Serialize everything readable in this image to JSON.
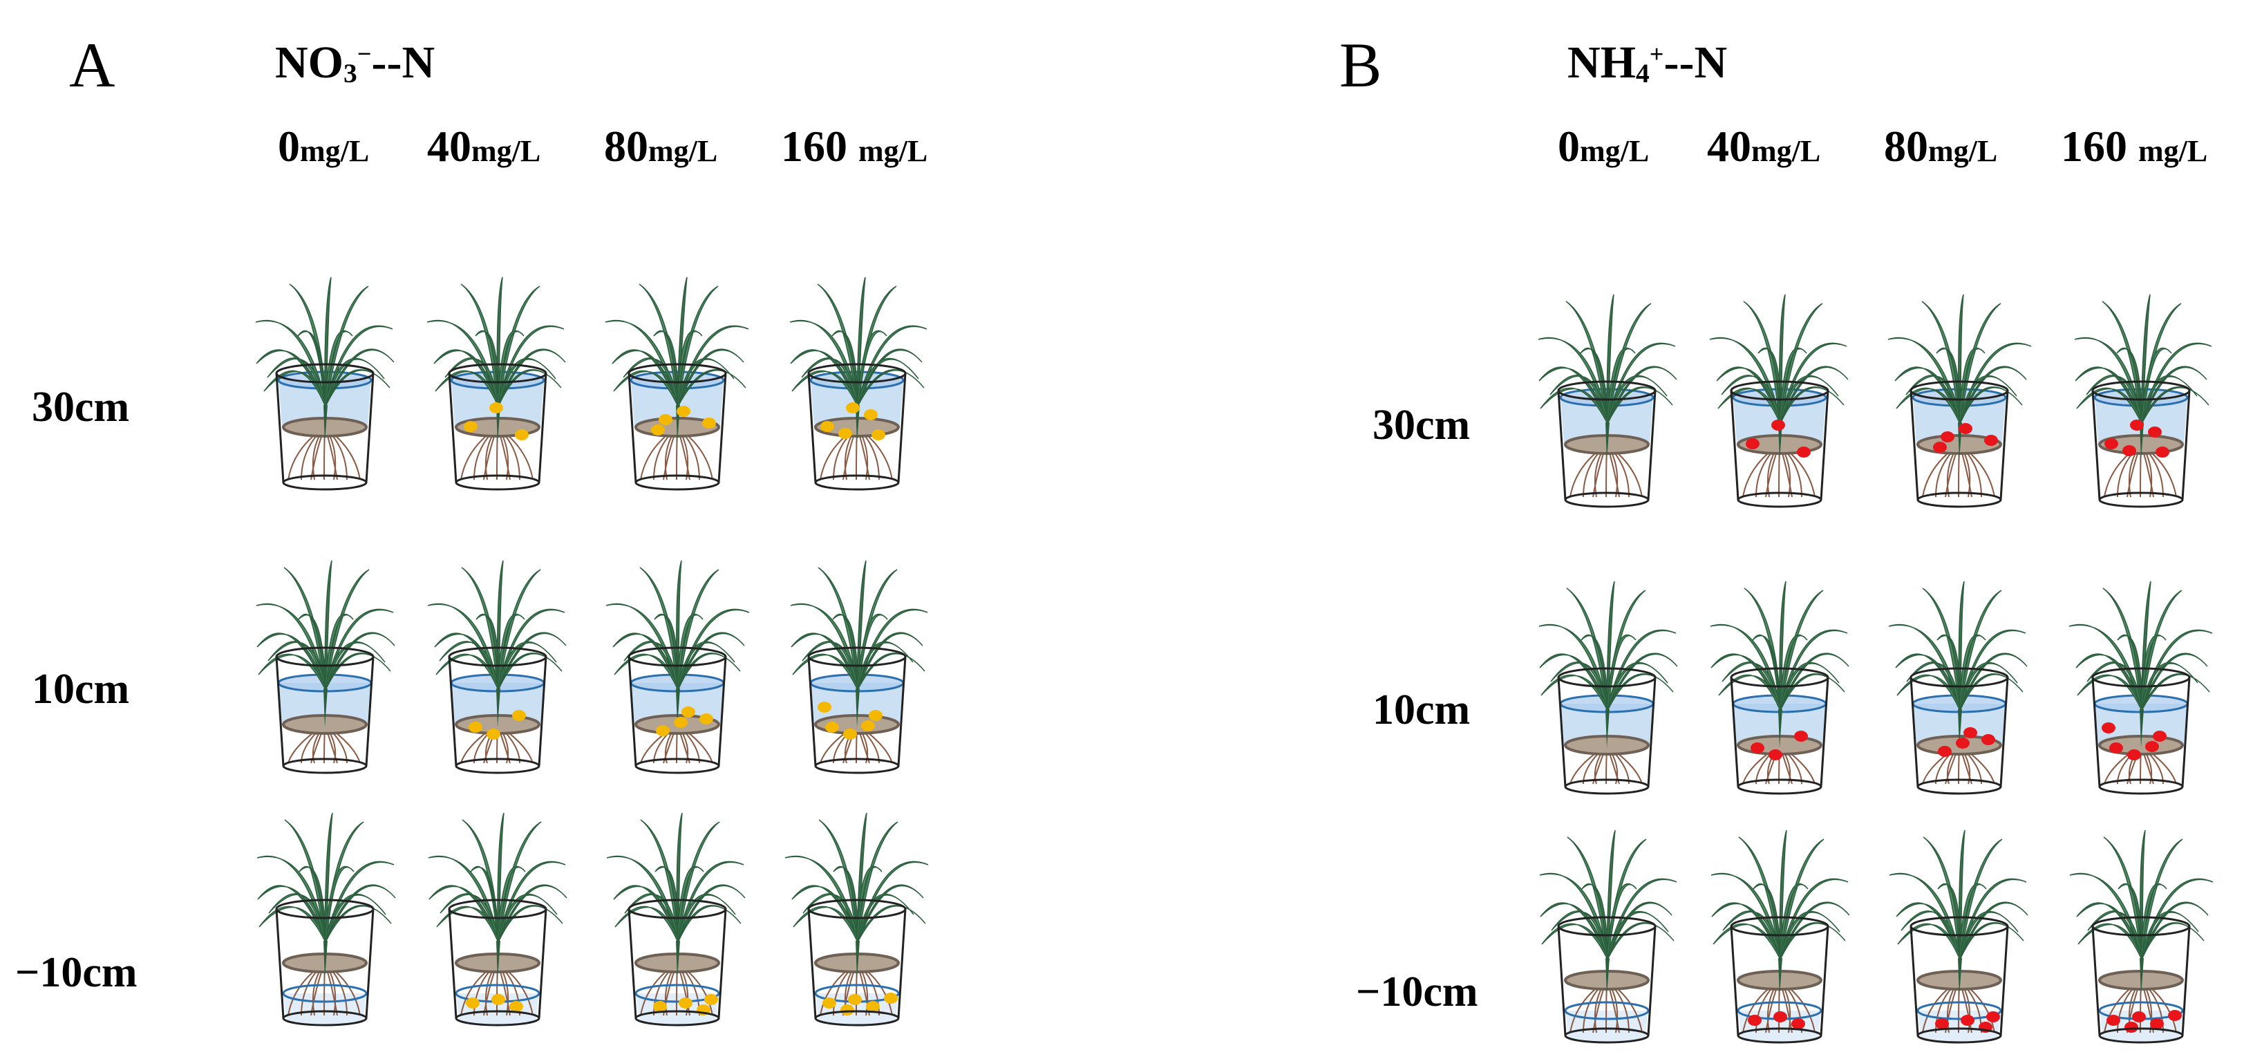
{
  "panels": [
    {
      "letter": "A",
      "title": {
        "base": "NO",
        "sub": "3",
        "sup": "−",
        "suffix": "--N"
      },
      "concentrations": [
        {
          "value": "0",
          "unit": "mg/L",
          "spaced": false
        },
        {
          "value": "40",
          "unit": "mg/L",
          "spaced": false
        },
        {
          "value": "80",
          "unit": "mg/L",
          "spaced": false
        },
        {
          "value": "160",
          "unit": "mg/L",
          "spaced": true
        }
      ],
      "rows": [
        "30cm",
        "10cm",
        "−10cm"
      ],
      "particle_color": "#f5b800",
      "particle_counts": [
        0,
        3,
        4,
        5
      ]
    },
    {
      "letter": "B",
      "title": {
        "base": "NH",
        "sub": "4",
        "sup": "+",
        "suffix": "--N"
      },
      "concentrations": [
        {
          "value": "0",
          "unit": "mg/L",
          "spaced": false
        },
        {
          "value": "40",
          "unit": "mg/L",
          "spaced": false
        },
        {
          "value": "80",
          "unit": "mg/L",
          "spaced": false
        },
        {
          "value": "160",
          "unit": "mg/L",
          "spaced": true
        }
      ],
      "rows": [
        "30cm",
        "10cm",
        "−10cm"
      ],
      "particle_color": "#e8151b",
      "particle_counts": [
        0,
        3,
        4,
        5
      ]
    }
  ],
  "colors": {
    "plant_leaf": "#3f7d55",
    "plant_leaf_dark": "#2c5f3e",
    "water": "#aacbec",
    "water_edge": "#2a6fb0",
    "soil_disc": "#b3a392",
    "soil_disc_dark": "#6e6055",
    "root": "#8a5a44",
    "pot_outline": "#222222"
  }
}
